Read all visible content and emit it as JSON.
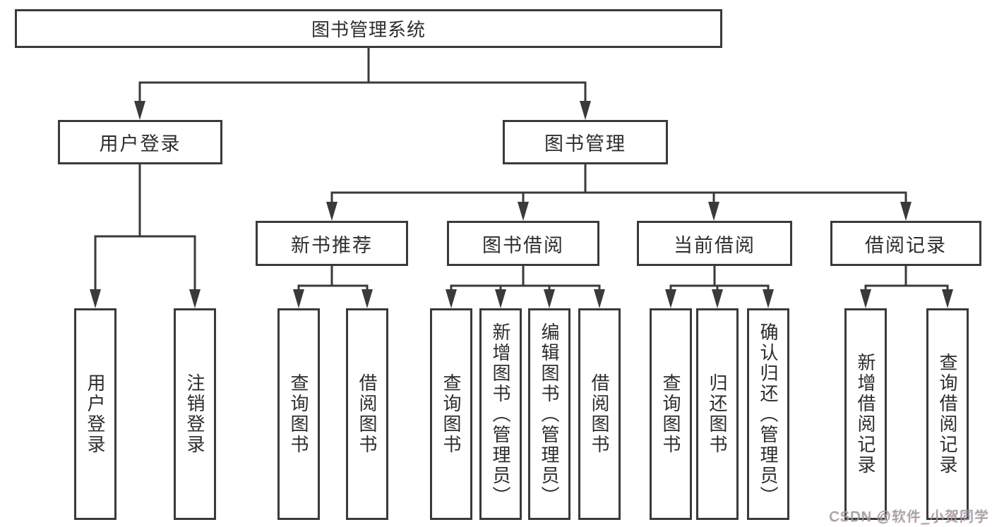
{
  "colors": {
    "line": "#3a3a3a",
    "text": "#2d2d2d",
    "background": "#ffffff",
    "watermark": "#9d9d9d"
  },
  "diagram": {
    "title": "图书管理系统",
    "level2": [
      {
        "label": "用户登录"
      },
      {
        "label": "图书管理"
      }
    ],
    "level3": [
      {
        "label": "新书推荐"
      },
      {
        "label": "图书借阅"
      },
      {
        "label": "当前借阅"
      },
      {
        "label": "借阅记录"
      }
    ],
    "leaves": [
      {
        "label": "用户登录"
      },
      {
        "label": "注销登录"
      },
      {
        "label": "查询图书"
      },
      {
        "label": "借阅图书"
      },
      {
        "label": "查询图书"
      },
      {
        "label": "新增图书（管理员）"
      },
      {
        "label": "编辑图书（管理员）"
      },
      {
        "label": "借阅图书"
      },
      {
        "label": "查询图书"
      },
      {
        "label": "归还图书"
      },
      {
        "label": "确认归还（管理员）"
      },
      {
        "label": "新增借阅记录"
      },
      {
        "label": "查询借阅记录"
      }
    ]
  },
  "watermark": {
    "text": "CSDN @软件_小贺同学"
  }
}
